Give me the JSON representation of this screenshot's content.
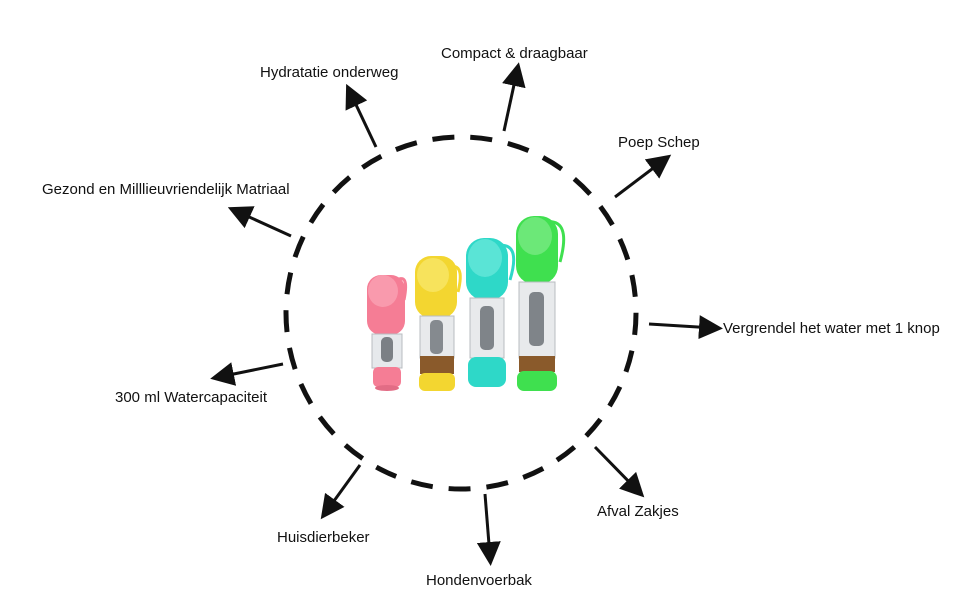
{
  "colors": {
    "stroke": "#111111",
    "bottle_pink": "#f57d95",
    "bottle_yellow": "#f3d630",
    "bottle_teal": "#2ed8c8",
    "bottle_green": "#3fe04f",
    "food": "#8a5a2b"
  },
  "product": {
    "image": "four-pet-water-bottles",
    "bottle_colors": [
      "pink",
      "yellow",
      "teal",
      "green"
    ]
  },
  "features": {
    "compact": "Compact & draagbaar",
    "hydratatie": "Hydratatie onderweg",
    "poep": "Poep Schep",
    "gezond": "Gezond en Milllieuvriendelijk Matriaal",
    "vergrendel": "Vergrendel het water met 1 knop",
    "water": "300 ml Watercapaciteit",
    "afval": "Afval Zakjes",
    "huis": "Huisdierbeker",
    "honden": "Hondenvoerbak"
  }
}
